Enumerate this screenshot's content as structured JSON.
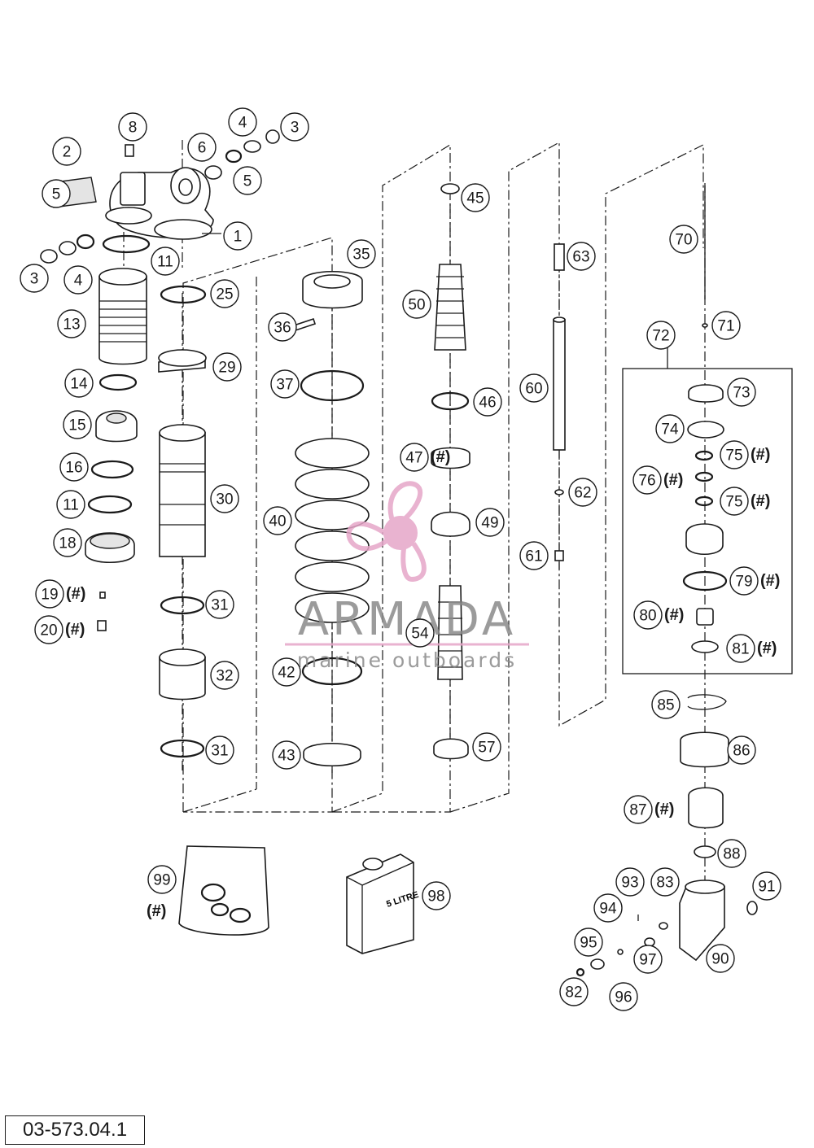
{
  "drawing_code": "03-573.04.1",
  "watermark": {
    "brand": "ARMADA",
    "tagline": "marine outboards",
    "brand_color": "#e6a6c8"
  },
  "hash_mark": "(#)",
  "callouts": [
    {
      "id": "c1",
      "label": "1"
    },
    {
      "id": "c2",
      "label": "2"
    },
    {
      "id": "c3a",
      "label": "3"
    },
    {
      "id": "c3b",
      "label": "3"
    },
    {
      "id": "c4a",
      "label": "4"
    },
    {
      "id": "c4b",
      "label": "4"
    },
    {
      "id": "c5a",
      "label": "5"
    },
    {
      "id": "c5b",
      "label": "5"
    },
    {
      "id": "c6",
      "label": "6"
    },
    {
      "id": "c8",
      "label": "8"
    },
    {
      "id": "c11a",
      "label": "11"
    },
    {
      "id": "c11b",
      "label": "11"
    },
    {
      "id": "c13",
      "label": "13"
    },
    {
      "id": "c14",
      "label": "14"
    },
    {
      "id": "c15",
      "label": "15"
    },
    {
      "id": "c16",
      "label": "16"
    },
    {
      "id": "c18",
      "label": "18"
    },
    {
      "id": "c19",
      "label": "19",
      "hash": true
    },
    {
      "id": "c20",
      "label": "20",
      "hash": true
    },
    {
      "id": "c25",
      "label": "25"
    },
    {
      "id": "c29",
      "label": "29"
    },
    {
      "id": "c30",
      "label": "30"
    },
    {
      "id": "c31a",
      "label": "31"
    },
    {
      "id": "c31b",
      "label": "31"
    },
    {
      "id": "c32",
      "label": "32"
    },
    {
      "id": "c35",
      "label": "35"
    },
    {
      "id": "c36",
      "label": "36"
    },
    {
      "id": "c37",
      "label": "37"
    },
    {
      "id": "c40",
      "label": "40"
    },
    {
      "id": "c42",
      "label": "42"
    },
    {
      "id": "c43",
      "label": "43"
    },
    {
      "id": "c45",
      "label": "45"
    },
    {
      "id": "c46",
      "label": "46"
    },
    {
      "id": "c47",
      "label": "47",
      "hash": true
    },
    {
      "id": "c49",
      "label": "49"
    },
    {
      "id": "c50",
      "label": "50"
    },
    {
      "id": "c54",
      "label": "54"
    },
    {
      "id": "c57",
      "label": "57"
    },
    {
      "id": "c60",
      "label": "60"
    },
    {
      "id": "c61",
      "label": "61"
    },
    {
      "id": "c62",
      "label": "62"
    },
    {
      "id": "c63",
      "label": "63"
    },
    {
      "id": "c70",
      "label": "70"
    },
    {
      "id": "c71",
      "label": "71"
    },
    {
      "id": "c72",
      "label": "72"
    },
    {
      "id": "c73",
      "label": "73"
    },
    {
      "id": "c74",
      "label": "74"
    },
    {
      "id": "c75a",
      "label": "75",
      "hash": true
    },
    {
      "id": "c75b",
      "label": "75",
      "hash": true
    },
    {
      "id": "c76",
      "label": "76",
      "hash": true
    },
    {
      "id": "c79",
      "label": "79",
      "hash": true
    },
    {
      "id": "c80",
      "label": "80",
      "hash": true
    },
    {
      "id": "c81",
      "label": "81",
      "hash": true
    },
    {
      "id": "c82",
      "label": "82"
    },
    {
      "id": "c83",
      "label": "83"
    },
    {
      "id": "c85",
      "label": "85"
    },
    {
      "id": "c86",
      "label": "86"
    },
    {
      "id": "c87",
      "label": "87",
      "hash": true
    },
    {
      "id": "c88",
      "label": "88"
    },
    {
      "id": "c90",
      "label": "90"
    },
    {
      "id": "c91",
      "label": "91"
    },
    {
      "id": "c93",
      "label": "93"
    },
    {
      "id": "c94",
      "label": "94"
    },
    {
      "id": "c95",
      "label": "95"
    },
    {
      "id": "c96",
      "label": "96"
    },
    {
      "id": "c97",
      "label": "97"
    },
    {
      "id": "c98",
      "label": "98"
    },
    {
      "id": "c99",
      "label": "99",
      "hash_below": true
    }
  ],
  "oil_can_label": "5 LITRE",
  "icons": [
    "propeller-logo-icon"
  ]
}
